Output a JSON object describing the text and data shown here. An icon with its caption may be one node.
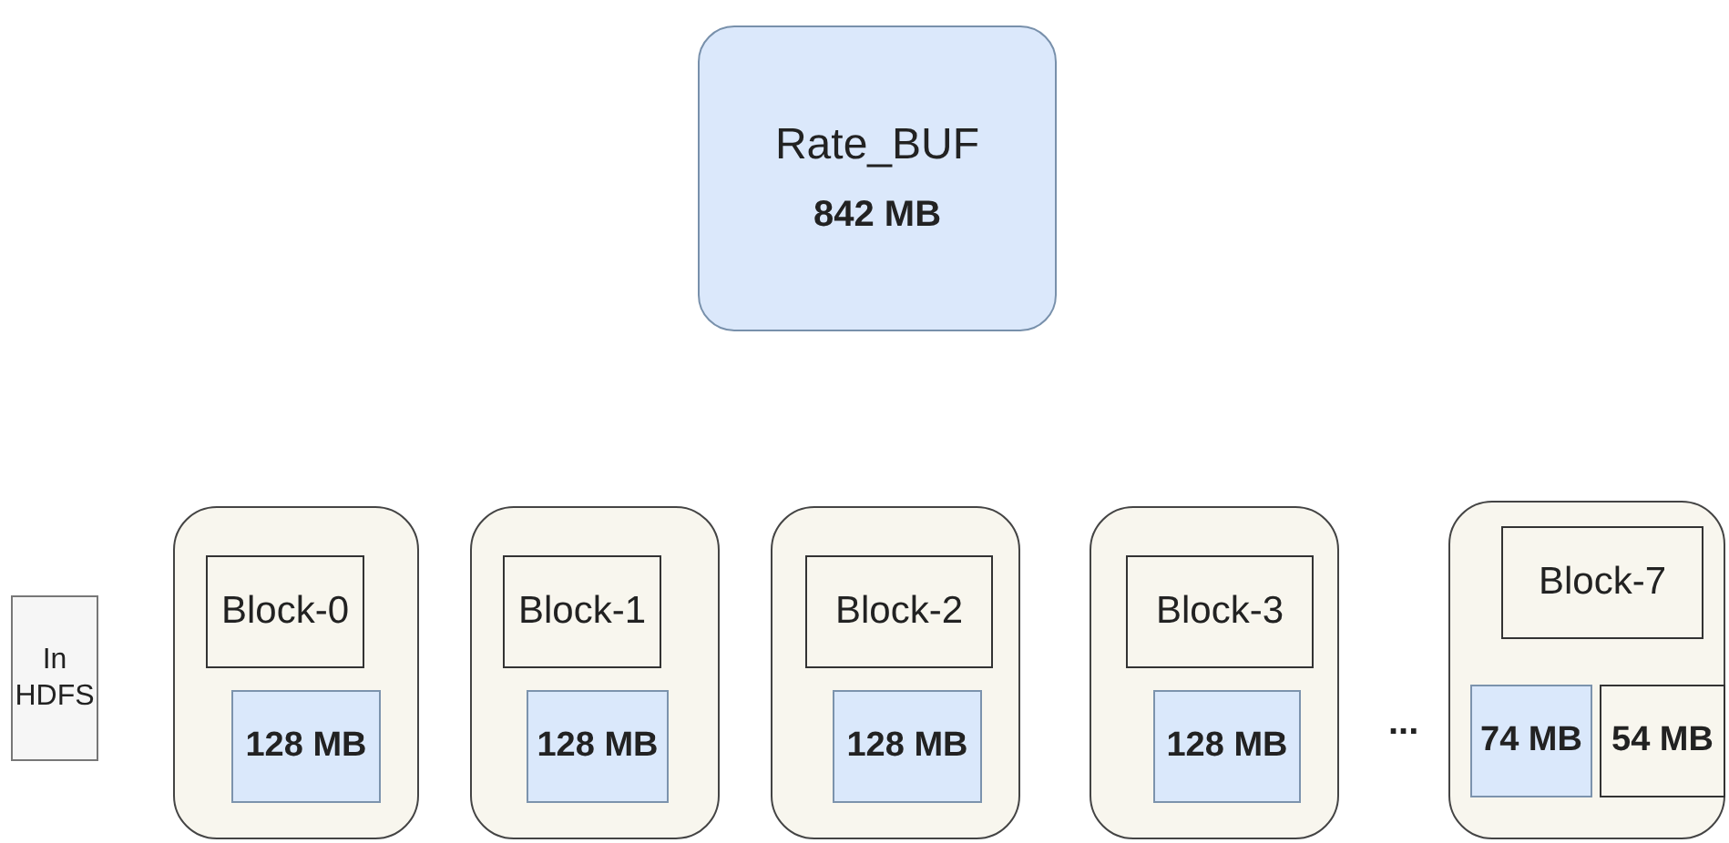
{
  "diagram": {
    "nodes": [
      {
        "text": [
          "Rate_BUF",
          "842 MB"
        ]
      },
      {
        "text": [
          "In HDFS"
        ]
      },
      {
        "text": [],
        "shape": "box"
      },
      {
        "text": [
          "Block-0"
        ],
        "in": 2
      },
      {
        "text": [
          "128 MB"
        ],
        "in": 2
      },
      {
        "text": [],
        "shape": "box"
      },
      {
        "text": [
          "Block-1"
        ],
        "in": 5
      },
      {
        "text": [
          "128 MB"
        ],
        "in": 5
      },
      {
        "text": [],
        "shape": "box"
      },
      {
        "text": [
          "Block-2"
        ],
        "in": 8
      },
      {
        "text": [
          "128 MB"
        ],
        "in": 8
      },
      {
        "text": [],
        "shape": "box"
      },
      {
        "text": [
          "Block-3"
        ],
        "in": 11
      },
      {
        "text": [
          "128 MB"
        ],
        "in": 11
      },
      {
        "text": [],
        "shape": "box"
      },
      {
        "text": [
          "Block-7"
        ],
        "in": 14
      },
      {
        "text": [
          "74 MB"
        ],
        "in": 14
      },
      {
        "text": [
          "54 MB"
        ],
        "in": 14
      }
    ],
    "labels": [
      "..."
    ]
  }
}
